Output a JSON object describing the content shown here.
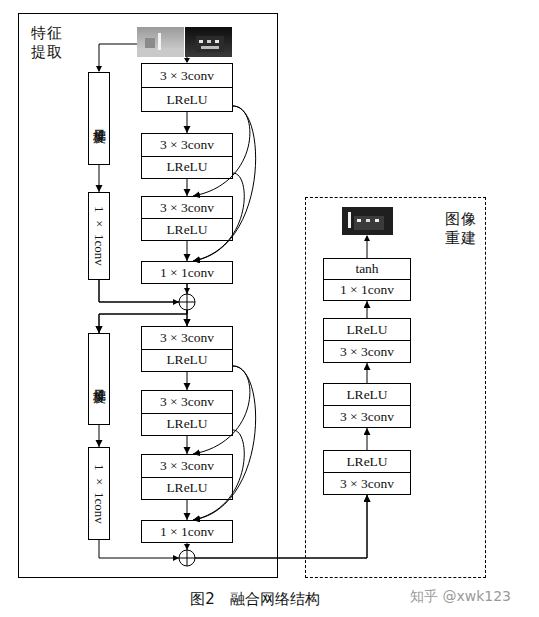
{
  "diagram": {
    "caption": "图2　融合网络结构",
    "nodes": [
      {
        "text": [
          "特征 提取"
        ]
      },
      {
        "text": [
          "3 × 3conv",
          "LReLU"
        ],
        "in": 0
      },
      {
        "text": [
          "梯度算子"
        ],
        "in": 0
      },
      {
        "text": [
          "3 × 3conv",
          "LReLU"
        ],
        "in": 0
      },
      {
        "text": [
          "3 × 3conv",
          "LReLU"
        ],
        "in": 0
      },
      {
        "text": [
          "1 × 1conv"
        ],
        "in": 0
      },
      {
        "text": [
          "1 × 1conv"
        ],
        "in": 0
      },
      {
        "text": [
          "3 × 3conv",
          "LReLU"
        ],
        "in": 0
      },
      {
        "text": [
          "梯度算子"
        ],
        "in": 0
      },
      {
        "text": [
          "3 × 3conv",
          "LReLU"
        ],
        "in": 0
      },
      {
        "text": [
          "3 × 3conv",
          "LReLU"
        ],
        "in": 0
      },
      {
        "text": [
          "1 × 1conv"
        ],
        "in": 0
      },
      {
        "text": [
          "1 × 1conv"
        ],
        "in": 0
      },
      {
        "text": [
          "图像 重建"
        ]
      },
      {
        "text": [
          "tanh",
          "1 × 1conv"
        ],
        "in": 13
      },
      {
        "text": [
          "LReLU",
          "3 × 3conv"
        ],
        "in": 13
      },
      {
        "text": [
          "LReLU",
          "3 × 3conv"
        ],
        "in": 13
      },
      {
        "text": [
          "LReLU",
          "3 × 3conv"
        ],
        "in": 13
      }
    ],
    "edges": [
      {
        "from": 1,
        "to": 3,
        "arrow": "to"
      },
      {
        "from": 1,
        "to": 4,
        "arrow": "to"
      },
      {
        "from": 1,
        "to": 6,
        "arrow": "to"
      },
      {
        "from": 3,
        "to": 4,
        "arrow": "to"
      },
      {
        "from": 3,
        "to": 6,
        "arrow": "to"
      },
      {
        "from": 4,
        "to": 6,
        "arrow": "to"
      },
      {
        "from": 2,
        "to": 5,
        "arrow": "to"
      },
      {
        "from": 6,
        "to": 7,
        "arrow": "to"
      },
      {
        "from": 5,
        "to": 7,
        "arrow": "to"
      },
      {
        "from": 6,
        "to": 8,
        "arrow": "to"
      },
      {
        "from": 5,
        "to": 8,
        "arrow": "to"
      },
      {
        "from": 7,
        "to": 9,
        "arrow": "to"
      },
      {
        "from": 7,
        "to": 10,
        "arrow": "to"
      },
      {
        "from": 7,
        "to": 12,
        "arrow": "to"
      },
      {
        "from": 9,
        "to": 10,
        "arrow": "to"
      },
      {
        "from": 9,
        "to": 12,
        "arrow": "to"
      },
      {
        "from": 10,
        "to": 12,
        "arrow": "to"
      },
      {
        "from": 8,
        "to": 11,
        "arrow": "to"
      },
      {
        "from": 12,
        "to": 17,
        "arrow": "to"
      },
      {
        "from": 11,
        "to": 17,
        "arrow": "to"
      },
      {
        "from": 17,
        "to": 16,
        "arrow": "to"
      },
      {
        "from": 16,
        "to": 15,
        "arrow": "to"
      },
      {
        "from": 15,
        "to": 14,
        "arrow": "to"
      }
    ],
    "labels": [
      "知乎 @xwk123"
    ]
  }
}
